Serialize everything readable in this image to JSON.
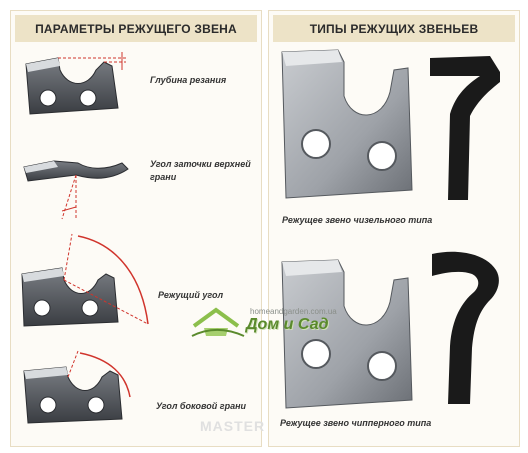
{
  "left_panel": {
    "title": "ПАРАМЕТРЫ РЕЖУЩЕГО ЗВЕНА",
    "items": [
      {
        "label_lines": [
          "Глубина резания"
        ],
        "icon": "chain-link-depth-diagram"
      },
      {
        "label_lines": [
          "Угол заточки верхней",
          "грани"
        ],
        "icon": "top-plate-angle-diagram"
      },
      {
        "label_lines": [
          "Режущий угол"
        ],
        "icon": "cutting-angle-diagram"
      },
      {
        "label_lines": [
          "Угол боковой грани"
        ],
        "icon": "side-plate-angle-diagram"
      }
    ]
  },
  "right_panel": {
    "title": "ТИПЫ РЕЖУЩИХ ЗВЕНЬЕВ",
    "items": [
      {
        "label": "Режущее звено чизельного типа",
        "icon": "chisel-cutter-icon",
        "profile_icon": "chisel-profile-icon"
      },
      {
        "label": "Режущее звено чипперного типа",
        "icon": "chipper-cutter-icon",
        "profile_icon": "chipper-profile-icon"
      }
    ]
  },
  "watermark": {
    "url": "homeandgarden.com.ua",
    "logo": "Дом и Сад",
    "bottom": "MASTER"
  },
  "colors": {
    "header_bg": "#ede3c7",
    "metal_dark": "#4a4d52",
    "metal_light": "#b9bdc2",
    "guide_red": "#d0342c",
    "profile_black": "#1a1a1a",
    "logo_green": "#5a8a2c"
  }
}
